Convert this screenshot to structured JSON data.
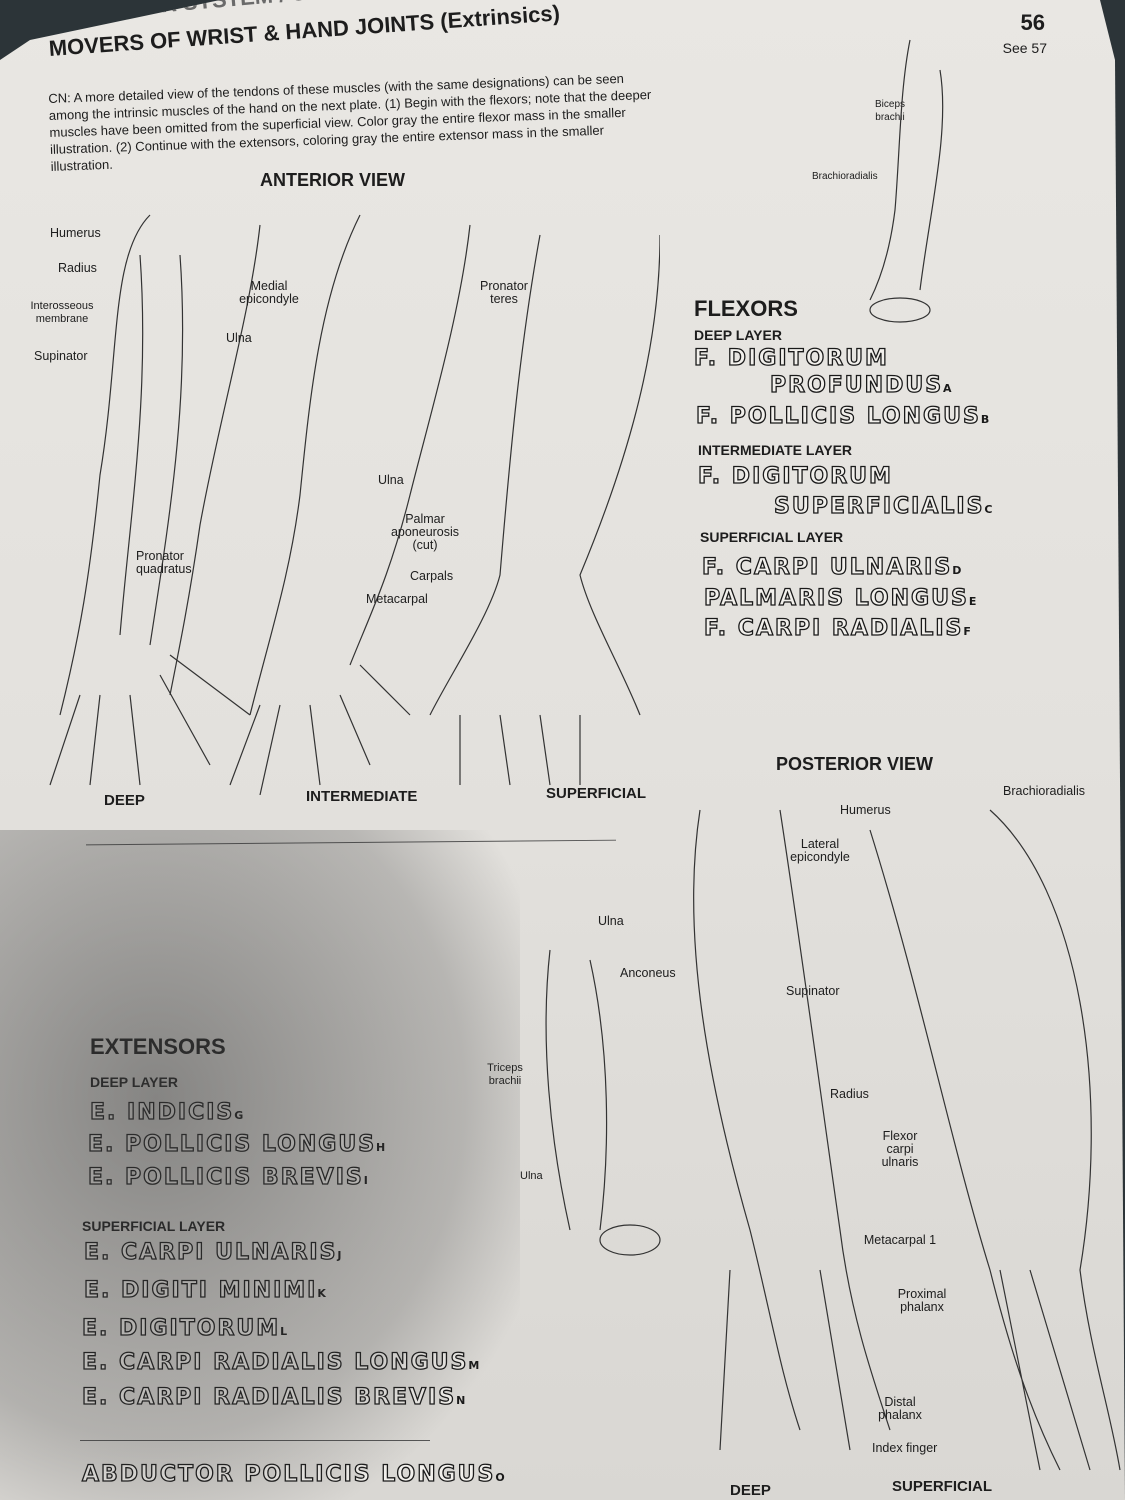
{
  "header": {
    "system": "MUSCULAR SYSTEM / UPPER LIMB",
    "title": "MOVERS OF WRIST & HAND JOINTS (Extrinsics)",
    "page_number": "56",
    "see_also": "See 57",
    "instructions": "CN: A more detailed view of the tendons of these muscles (with the same designations) can be seen among the intrinsic muscles of the hand on the next plate. (1) Begin with the flexors; note that the deeper muscles have been omitted from the superficial view. Color gray the entire flexor mass in the smaller illustration. (2) Continue with the extensors, coloring gray the entire extensor mass in the smaller illustration."
  },
  "anterior": {
    "heading": "ANTERIOR VIEW",
    "captions": [
      "DEEP",
      "INTERMEDIATE",
      "SUPERFICIAL"
    ],
    "labels": {
      "humerus": "Humerus",
      "radius": "Radius",
      "interosseous": "Interosseous membrane",
      "supinator": "Supinator",
      "medial_epicondyle": "Medial epicondyle",
      "ulna1": "Ulna",
      "pronator_quadratus": "Pronator quadratus",
      "ulna2": "Ulna",
      "palmar_aponeurosis": "Palmar aponeurosis (cut)",
      "carpals": "Carpals",
      "metacarpal": "Metacarpal",
      "pronator_teres": "Pronator teres",
      "biceps": "Biceps brachii",
      "brachioradialis": "Brachioradialis"
    }
  },
  "flexors": {
    "heading": "FLEXORS",
    "layers": [
      {
        "name": "DEEP LAYER",
        "items": [
          {
            "text": "F. DIGITORUM",
            "sub": ""
          },
          {
            "text": "PROFUNDUS",
            "sub": "A"
          },
          {
            "text": "F. POLLICIS LONGUS",
            "sub": "B"
          }
        ]
      },
      {
        "name": "INTERMEDIATE LAYER",
        "items": [
          {
            "text": "F. DIGITORUM",
            "sub": ""
          },
          {
            "text": "SUPERFICIALIS",
            "sub": "C"
          }
        ]
      },
      {
        "name": "SUPERFICIAL LAYER",
        "items": [
          {
            "text": "F. CARPI ULNARIS",
            "sub": "D"
          },
          {
            "text": "PALMARIS LONGUS",
            "sub": "E"
          },
          {
            "text": "F. CARPI RADIALIS",
            "sub": "F"
          }
        ]
      }
    ]
  },
  "posterior": {
    "heading": "POSTERIOR VIEW",
    "captions": [
      "DEEP",
      "SUPERFICIAL"
    ],
    "labels": {
      "humerus": "Humerus",
      "brachioradialis": "Brachioradialis",
      "lateral_epicondyle": "Lateral epicondyle",
      "ulna": "Ulna",
      "anconeus": "Anconeus",
      "supinator": "Supinator",
      "triceps": "Triceps brachii",
      "radius": "Radius",
      "flexor_carpi_ulnaris": "Flexor carpi ulnaris",
      "ulna2": "Ulna",
      "metacarpal": "Metacarpal 1",
      "proximal_phalanx": "Proximal phalanx",
      "distal_phalanx": "Distal phalanx",
      "index_finger": "Index finger"
    }
  },
  "extensors": {
    "heading": "EXTENSORS",
    "deep_layer": "DEEP LAYER",
    "deep": [
      {
        "text": "E. INDICIS",
        "sub": "G"
      },
      {
        "text": "E. POLLICIS LONGUS",
        "sub": "H"
      },
      {
        "text": "E. POLLICIS BREVIS",
        "sub": "I"
      }
    ],
    "superficial_layer": "SUPERFICIAL LAYER",
    "superficial": [
      {
        "text": "E. CARPI ULNARIS",
        "sub": "J"
      },
      {
        "text": "E. DIGITI MINIMI",
        "sub": "K"
      },
      {
        "text": "E. DIGITORUM",
        "sub": "L"
      },
      {
        "text": "E. CARPI RADIALIS LONGUS",
        "sub": "M"
      },
      {
        "text": "E. CARPI RADIALIS BREVIS",
        "sub": "N"
      }
    ],
    "other": {
      "text": "ABDUCTOR POLLICIS LONGUS",
      "sub": "O"
    }
  }
}
